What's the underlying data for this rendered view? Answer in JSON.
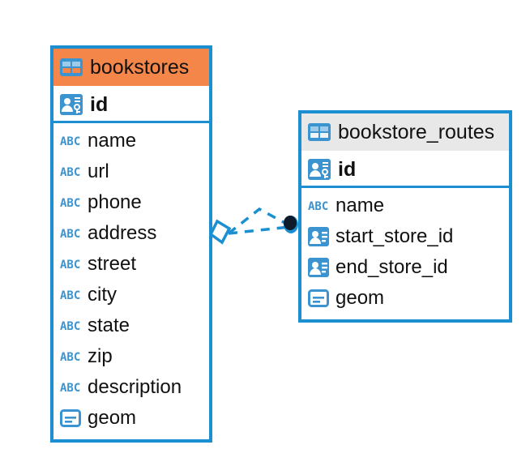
{
  "diagram": {
    "type": "entity-relationship-diagram",
    "colors": {
      "border": "#1b8fd0",
      "header_highlight": "#F5864A",
      "header_default": "#E8E8E8",
      "icon_blue": "#3B93D0",
      "link": "#1b8fd0",
      "link_endpoint": "#0a1a2a"
    },
    "entities": [
      {
        "name": "bookstores",
        "header_style": "orange",
        "icon": "table-grid-icon",
        "primary_key": {
          "label": "id",
          "icon": "primary-key-icon"
        },
        "fields": [
          {
            "label": "name",
            "icon": "abc-text-icon"
          },
          {
            "label": "url",
            "icon": "abc-text-icon"
          },
          {
            "label": "phone",
            "icon": "abc-text-icon"
          },
          {
            "label": "address",
            "icon": "abc-text-icon"
          },
          {
            "label": "street",
            "icon": "abc-text-icon"
          },
          {
            "label": "city",
            "icon": "abc-text-icon"
          },
          {
            "label": "state",
            "icon": "abc-text-icon"
          },
          {
            "label": "zip",
            "icon": "abc-text-icon"
          },
          {
            "label": "description",
            "icon": "abc-text-icon"
          },
          {
            "label": "geom",
            "icon": "geometry-icon"
          }
        ]
      },
      {
        "name": "bookstore_routes",
        "header_style": "gray",
        "icon": "table-grid-icon",
        "primary_key": {
          "label": "id",
          "icon": "primary-key-icon"
        },
        "fields": [
          {
            "label": "name",
            "icon": "abc-text-icon"
          },
          {
            "label": "start_store_id",
            "icon": "foreign-key-icon"
          },
          {
            "label": "end_store_id",
            "icon": "foreign-key-icon"
          },
          {
            "label": "geom",
            "icon": "geometry-icon"
          }
        ]
      }
    ],
    "relationship": {
      "style": "dashed",
      "source_endpoint": "diamond-icon",
      "target_endpoint": "filled-circle-icon"
    }
  }
}
